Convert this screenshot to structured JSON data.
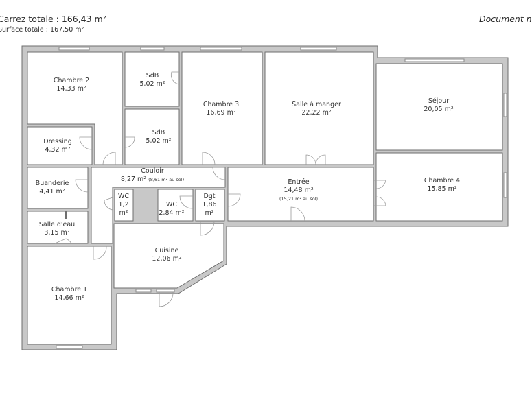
{
  "header": {
    "carrez_total": "Carrez totale : 166,43 m²",
    "surface_totale": "Surface totale : 167,50 m²",
    "document_label": "Document n"
  },
  "colors": {
    "wall_fill": "#c8c8c8",
    "wall_stroke": "#6e6e6e",
    "room_fill": "#ffffff",
    "shaft_fill": "#c8c8c8",
    "door_arc": "#9a9a9a"
  },
  "rooms": {
    "chambre2": {
      "name": "Chambre 2",
      "area": "14,33 m²"
    },
    "sdb1": {
      "name": "SdB",
      "area": "5,02 m²"
    },
    "sdb2": {
      "name": "SdB",
      "area": "5,02 m²"
    },
    "chambre3": {
      "name": "Chambre 3",
      "area": "16,69 m²"
    },
    "salle_a_manger": {
      "name": "Salle à manger",
      "area": "22,22 m²"
    },
    "sejour": {
      "name": "Séjour",
      "area": "20,05 m²"
    },
    "dressing": {
      "name": "Dressing",
      "area": "4,32 m²"
    },
    "couloir": {
      "name": "Couloir",
      "area": "8,27 m²",
      "floor_area": "(8,61 m² au sol)"
    },
    "buanderie": {
      "name": "Buanderie",
      "area": "4,41 m²"
    },
    "wc1": {
      "name": "WC",
      "area_num": "1,2",
      "unit": "m²"
    },
    "wc2": {
      "name": "WC",
      "area": "2,84 m²"
    },
    "dgt": {
      "name": "Dgt",
      "area_num": "1,86",
      "unit": "m²"
    },
    "entree": {
      "name": "Entrée",
      "area": "14,48 m²",
      "floor_area": "(15,21 m² au sol)"
    },
    "chambre4": {
      "name": "Chambre 4",
      "area": "15,85 m²"
    },
    "salle_d_eau": {
      "name": "Salle d'eau",
      "area": "3,15 m²"
    },
    "cuisine": {
      "name": "Cuisine",
      "area": "12,06 m²"
    },
    "chambre1": {
      "name": "Chambre 1",
      "area": "14,66 m²"
    }
  }
}
